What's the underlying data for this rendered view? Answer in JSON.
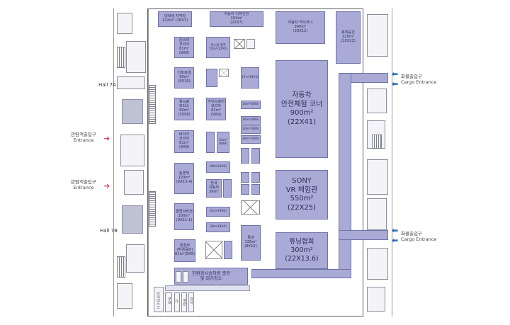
{
  "hall_labels": {
    "hall_7a": "Hall 7A",
    "hall_7b": "Hall 7B"
  },
  "entrances": {
    "top": {
      "ko": "관람객출입구",
      "en": "Entrance"
    },
    "bottom": {
      "ko": "관람객출입구",
      "en": "Entrance"
    }
  },
  "cargo": {
    "top": {
      "ko": "화물출입구",
      "en": "Cargo Entrance"
    },
    "bottom": {
      "ko": "화물출입구",
      "en": "Cargo Entrance"
    }
  },
  "booths": {
    "univ_works": {
      "l1": "대학생 자작차",
      "l2": "112m² (16X7)"
    },
    "car_design": {
      "l1": "자동차 디자인전",
      "l2": "154m²",
      "l3": "(22X7)"
    },
    "car_history": {
      "l1": "자동차 역사코너",
      "l2": "240m²",
      "l3": "(20X12)"
    },
    "rest_area": {
      "l1": "휴게공간",
      "l2": "220m²",
      "l3": "(10X22)"
    },
    "lounge_corner": {
      "l1": "문스터",
      "l2": "코리아",
      "l3": "81m²",
      "l4": "(9X9)"
    },
    "bunnoei": {
      "l1": "분노의 질주",
      "l2": "72m²(12X6)"
    },
    "dream_sponsor": {
      "l1": "디트로네",
      "l2": "90m²",
      "l3": "(9X10)"
    },
    "booth_27": {
      "l1": "27m²(9X3)"
    },
    "safety_corner": {
      "l1": "자동차",
      "l2": "안전체험 코너",
      "l3": "900m²",
      "l4": "(22X41)"
    },
    "side_1": {
      "l1": "36m²(6X6)"
    },
    "side_2": {
      "l1": "36m²(6X6)"
    },
    "side_3": {
      "l1": "36m²(6X6)"
    },
    "side_4": {
      "l1": "36m²(4X9)"
    },
    "wheel_office": {
      "l1": "휠드림",
      "l2": "모터스",
      "l3": "90m²",
      "l4": "(10X9)"
    },
    "car_oil": {
      "l1": "카인드파이",
      "l2": "코리아",
      "l3": "81m²",
      "l4": "(9X9)"
    },
    "bike_korea": {
      "l1": "바이크",
      "l2": "코리아",
      "l3": "81m²",
      "l4": "(9X9)"
    },
    "booth_54": {
      "l1": "54m²",
      "l2": "(6X9)"
    },
    "booth_48": {
      "l1": "48m²(6X8)"
    },
    "sony": {
      "l1": "SONY",
      "l2": "VR 체험관",
      "l3": "550m²",
      "l4": "(22X25)"
    },
    "tool_zone": {
      "l1": "툴엔젝",
      "l2": "120m²",
      "l3": "(9X13.4)"
    },
    "korea_auto": {
      "l1": "한국",
      "l2": "자동차",
      "l3": "36m²"
    },
    "club_zone": {
      "l1": "클럽닷비젼",
      "l2": "100m²",
      "l3": "(9X11.1)"
    },
    "booth_54b": {
      "l1": "54m²(9X6)"
    },
    "booth_36b": {
      "l1": "36m²(9X4)"
    },
    "special": {
      "l1": "특관",
      "l2": "135m²",
      "l3": "(9X15)"
    },
    "tuning": {
      "l1": "튜닝협회",
      "l2": "300m²",
      "l3": "(22X13.6)"
    },
    "env_zone": {
      "l1": "환경부",
      "l2": "(환경공단)",
      "l3": "81m²(9X9)"
    },
    "eco_test": {
      "l1": "친환경시승차량 충전",
      "l2": "및 대기장소"
    }
  },
  "small_labels": {
    "info_desk": "안내데스크",
    "stage": "무대",
    "mini_a": "차",
    "mini_b": "쿠폰",
    "mini_c": "전시"
  },
  "colors": {
    "booth": "#a9abd6",
    "booth_border": "#6f72a8",
    "entrance_arrow": "#e0457f",
    "cargo_arrow": "#1f6fc0"
  }
}
